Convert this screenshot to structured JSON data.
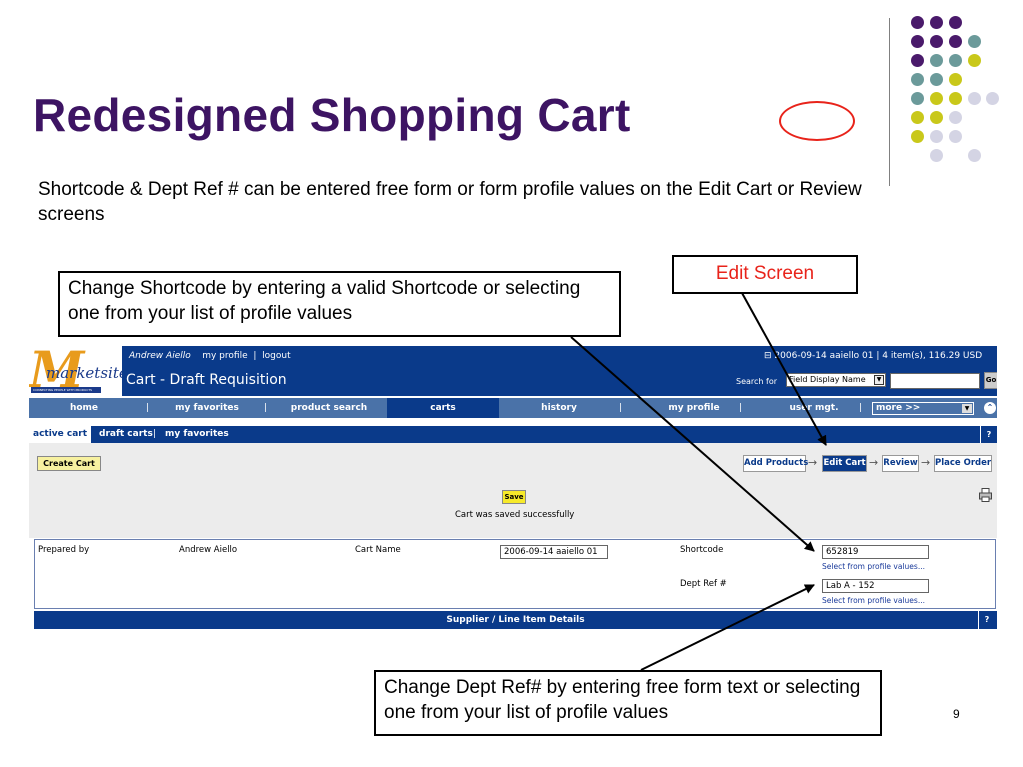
{
  "slide": {
    "title": "Redesigned Shopping Cart",
    "subtitle": "Shortcode & Dept Ref # can be entered free form or form profile values on the Edit Cart or Review screens",
    "callout_top": "Change Shortcode by entering a valid Shortcode or selecting one from your list of profile values",
    "callout_bottom": "Change Dept Ref# by entering free form text or selecting one from your list of profile values",
    "edit_screen_label": "Edit Screen",
    "page_number": "9",
    "colors": {
      "title": "#3d1463",
      "edit_label": "#e8231a",
      "app_blue": "#0a3a8a"
    }
  },
  "app": {
    "logo": {
      "letter": "M",
      "word": "marketsite",
      "tagline": "CONNECTING PEOPLE WITH PRODUCTS"
    },
    "user_bar": {
      "name": "Andrew Aiello",
      "profile": "my profile",
      "sep": "|",
      "logout": "logout"
    },
    "page_title": "Cart - Draft Requisition",
    "cart_info": "2006-09-14 aaiello 01 | 4 item(s), 116.29 USD",
    "search": {
      "label": "Search for",
      "select_value": "Field Display Name",
      "go": "Go"
    },
    "nav": {
      "home": "home",
      "favorites": "my favorites",
      "product_search": "product search",
      "carts": "carts",
      "history": "history",
      "my_profile": "my profile",
      "user_mgt": "user mgt.",
      "more": "more >>",
      "sep": "|"
    },
    "subnav": {
      "active_cart": "active cart",
      "draft_carts": "draft carts",
      "sep": "|",
      "favorites": "my favorites",
      "help": "?"
    },
    "create_cart": "Create Cart",
    "steps": {
      "add_products": "Add Products",
      "edit_cart": "Edit Cart",
      "review": "Review",
      "place_order": "Place Order",
      "arrow": "→"
    },
    "save": "Save",
    "saved_msg": "Cart was saved successfully",
    "form": {
      "prepared_by_label": "Prepared by",
      "prepared_by_value": "Andrew Aiello",
      "cart_name_label": "Cart Name",
      "cart_name_value": "2006-09-14 aaiello 01",
      "shortcode_label": "Shortcode",
      "shortcode_value": "652819",
      "shortcode_link": "Select from profile values...",
      "dept_ref_label": "Dept Ref #",
      "dept_ref_value": "Lab A - 152",
      "dept_ref_link": "Select from profile values..."
    },
    "section_bar": "Supplier / Line Item Details",
    "section_help": "?"
  }
}
